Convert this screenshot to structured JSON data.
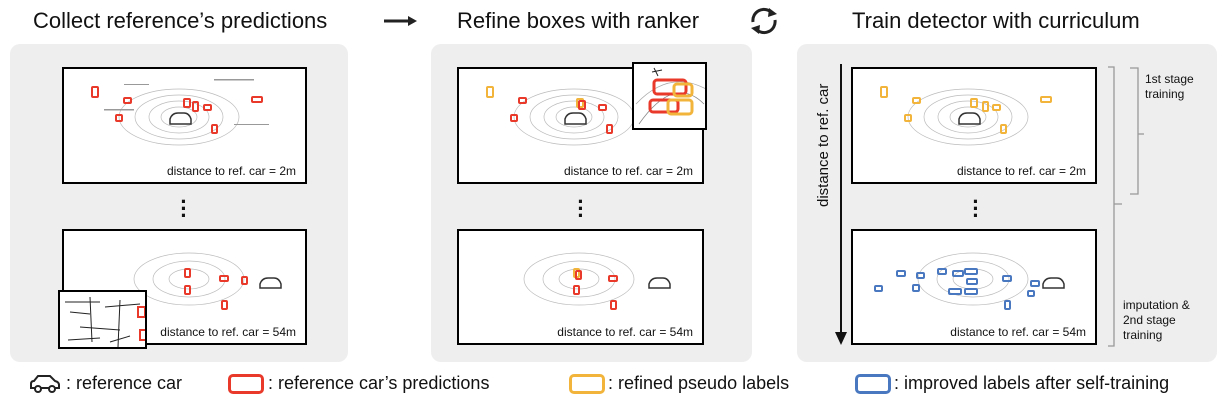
{
  "titles": {
    "collect": "Collect reference’s predictions",
    "refine": "Refine boxes with ranker",
    "train": "Train detector with curriculum"
  },
  "distances": {
    "near": "distance to ref. car = 2m",
    "far": "distance to ref. car = 54m"
  },
  "axis_label": "distance to ref. car",
  "stages": {
    "first": "1st stage\ntraining",
    "second": "imputation &\n2nd stage\ntraining"
  },
  "legend": {
    "car": ": reference car",
    "red": ": reference car’s predictions",
    "orange": ": refined pseudo labels",
    "blue": ": improved labels after self-training"
  },
  "colors": {
    "red": "#e8392a",
    "orange": "#f2b43a",
    "blue": "#4a78c0",
    "panel": "#eeeeee"
  },
  "icons": {
    "arrow": "right-arrow-icon",
    "cycle": "refresh-cycle-icon",
    "car": "car-icon"
  }
}
